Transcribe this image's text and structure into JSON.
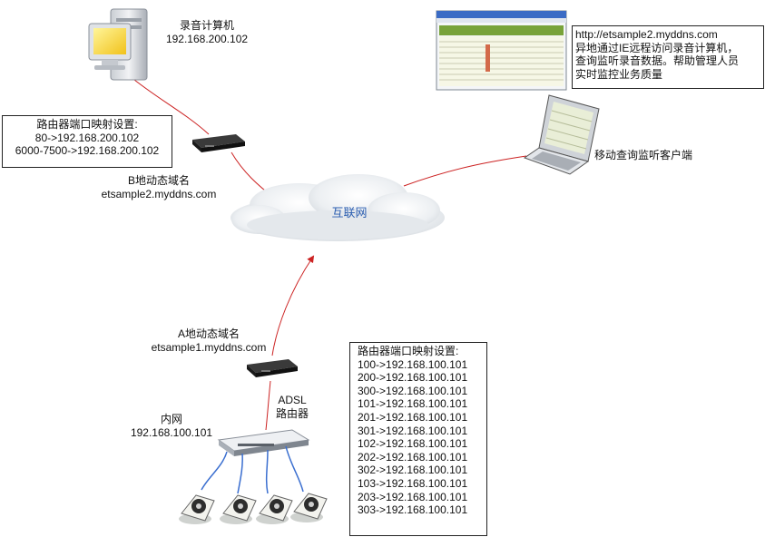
{
  "recorder": {
    "name": "录音计算机",
    "ip": "192.168.200.102"
  },
  "remote_note": {
    "lines": [
      "http://etsample2.myddns.com",
      "异地通过IE远程访问录音计算机，",
      "查询监听录音数据。帮助管理人员",
      "实时监控业务质量"
    ]
  },
  "mapping_b": {
    "title": "路由器端口映射设置:",
    "lines": [
      "80->192.168.200.102",
      "6000-7500->192.168.200.102"
    ]
  },
  "domain_b": {
    "title": "B地动态域名",
    "host": "etsample2.myddns.com"
  },
  "internet": {
    "label": "互联网"
  },
  "mobile_client": {
    "label": "移动查询监听客户端"
  },
  "domain_a": {
    "title": "A地动态域名",
    "host": "etsample1.myddns.com"
  },
  "adsl_router": {
    "line1": "ADSL",
    "line2": "路由器"
  },
  "lan": {
    "title": "内网",
    "ip": "192.168.100.101"
  },
  "mapping_a": {
    "title": "路由器端口映射设置:",
    "lines": [
      "100->192.168.100.101",
      "200->192.168.100.101",
      "300->192.168.100.101",
      "101->192.168.100.101",
      "201->192.168.100.101",
      "301->192.168.100.101",
      "102->192.168.100.101",
      "202->192.168.100.101",
      "302->192.168.100.101",
      "103->192.168.100.101",
      "203->192.168.100.101",
      "303->192.168.100.101"
    ]
  },
  "colors": {
    "link": "#cc2222",
    "cable": "#3b6fd0",
    "cloud": "#e9ecef",
    "cloud_text": "#2a5db0"
  }
}
